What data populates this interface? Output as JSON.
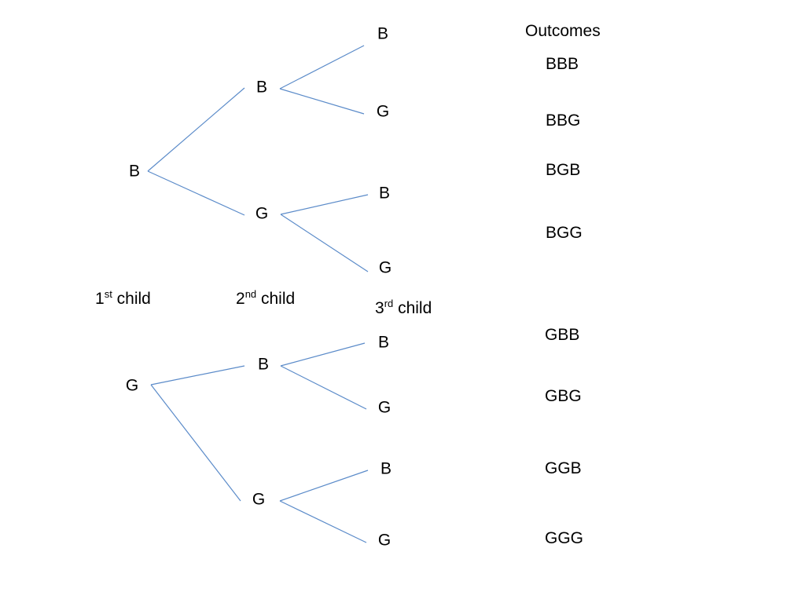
{
  "line_color": "#5B8BC9",
  "tree": {
    "boy_branch": {
      "first": "B",
      "second_b": "B",
      "second_g": "G",
      "third": [
        "B",
        "G",
        "B",
        "G"
      ]
    },
    "girl_branch": {
      "first": "G",
      "second_b": "B",
      "second_g": "G",
      "third": [
        "B",
        "G",
        "B",
        "G"
      ]
    }
  },
  "stage_labels": {
    "first": {
      "num": "1",
      "sup": "st",
      "text": " child"
    },
    "second": {
      "num": "2",
      "sup": "nd",
      "text": " child"
    },
    "third": {
      "num": "3",
      "sup": "rd",
      "text": " child"
    }
  },
  "outcomes": {
    "title": "Outcomes",
    "items": [
      "BBB",
      "BBG",
      "BGB",
      "BGG",
      "GBB",
      "GBG",
      "GGB",
      "GGG"
    ]
  }
}
